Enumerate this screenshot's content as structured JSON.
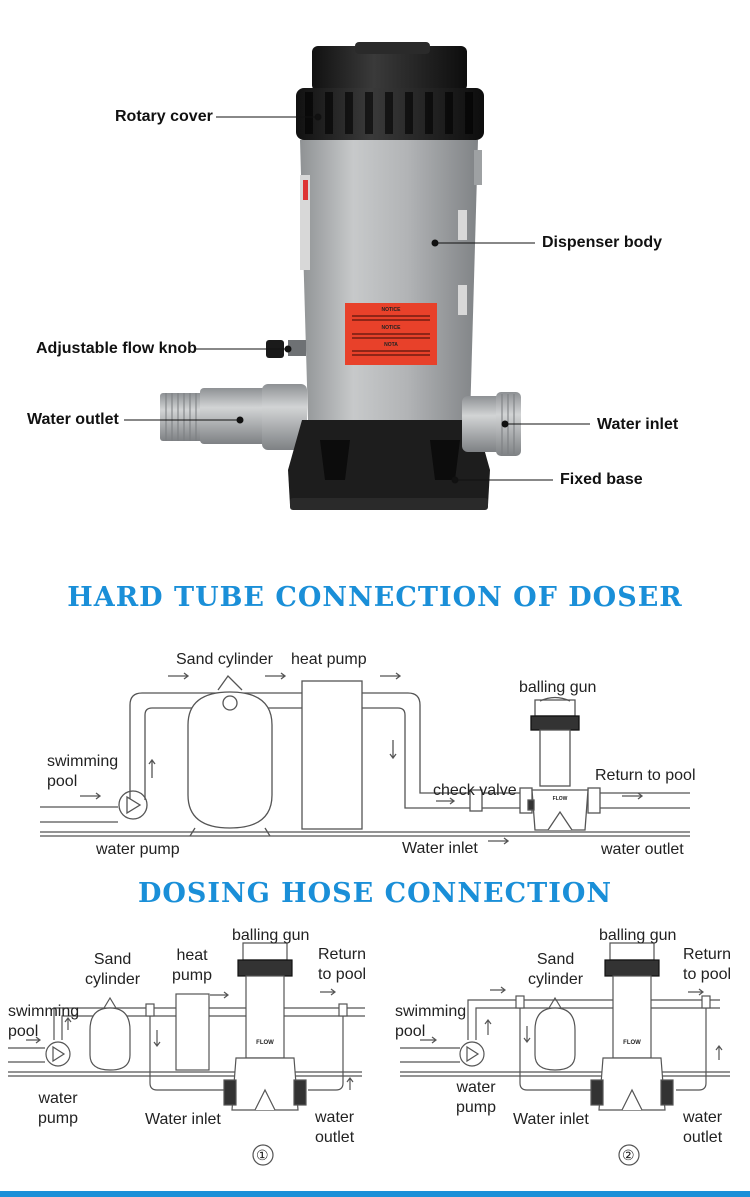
{
  "product": {
    "callouts": {
      "rotary_cover": "Rotary cover",
      "dispenser_body": "Dispenser body",
      "flow_knob": "Adjustable flow knob",
      "water_outlet": "Water outlet",
      "water_inlet": "Water inlet",
      "fixed_base": "Fixed base"
    },
    "label": {
      "notice_1": "NOTICE",
      "notice_2": "NOTICE",
      "nota": "NOTA"
    }
  },
  "hard_tube": {
    "title": "HARD TUBE CONNECTION OF DOSER",
    "labels": {
      "sand_cylinder": "Sand cylinder",
      "heat_pump": "heat pump",
      "balling_gun": "balling gun",
      "swimming_pool": "swimming\npool",
      "return_to_pool": "Return to pool",
      "check_valve": "check valve",
      "water_pump": "water pump",
      "water_inlet": "Water inlet",
      "water_outlet": "water outlet",
      "flow": "FLOW"
    }
  },
  "hose": {
    "title": "DOSING HOSE CONNECTION",
    "diagram1": {
      "balling_gun": "balling gun",
      "sand_cylinder": "Sand\ncylinder",
      "heat_pump": "heat\npump",
      "return_to_pool": "Return\nto pool",
      "swimming_pool": "swimming\npool",
      "water_pump": "water\npump",
      "water_inlet": "Water inlet",
      "water_outlet": "water\noutlet",
      "flow": "FLOW",
      "number": "①"
    },
    "diagram2": {
      "balling_gun": "balling gun",
      "sand_cylinder": "Sand\ncylinder",
      "return_to_pool": "Return\nto pool",
      "swimming_pool": "swimming\npool",
      "water_pump": "water\npump",
      "water_inlet": "Water inlet",
      "water_outlet": "water\noutlet",
      "flow": "FLOW",
      "number": "②"
    }
  },
  "colors": {
    "accent": "#1a8fd8",
    "label_red": "#e8412a",
    "body_gray": "#a9acae",
    "cap_black": "#1c1c1c"
  }
}
